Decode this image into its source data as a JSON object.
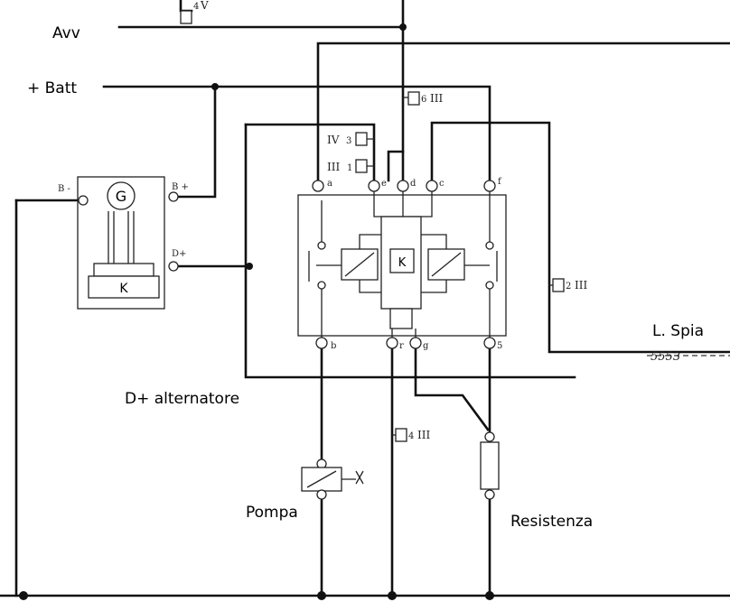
{
  "labels": {
    "avv": "Avv",
    "batt": "+ Batt",
    "d_plus_alternatore": "D+ alternatore",
    "pompa": "Pompa",
    "resistenza": "Resistenza",
    "spia": "L. Spia"
  },
  "alternator": {
    "b_minus": "B -",
    "b_plus": "B +",
    "d_plus": "D+",
    "generator": "G",
    "regulator": "K"
  },
  "relay": {
    "pins": [
      "a",
      "e",
      "d",
      "c",
      "f",
      "b",
      "r",
      "g",
      "5"
    ],
    "center": "K"
  },
  "fuses": [
    {
      "id": "4",
      "roman": "V"
    },
    {
      "id": "6",
      "roman": "III"
    },
    {
      "id": "3",
      "roman": "IV"
    },
    {
      "id": "1",
      "roman": "III"
    },
    {
      "id": "2",
      "roman": "III"
    },
    {
      "id": "4",
      "roman": "III"
    }
  ],
  "wire_code": "5553",
  "colors": {
    "ink": "#111111",
    "background": "#ffffff"
  }
}
